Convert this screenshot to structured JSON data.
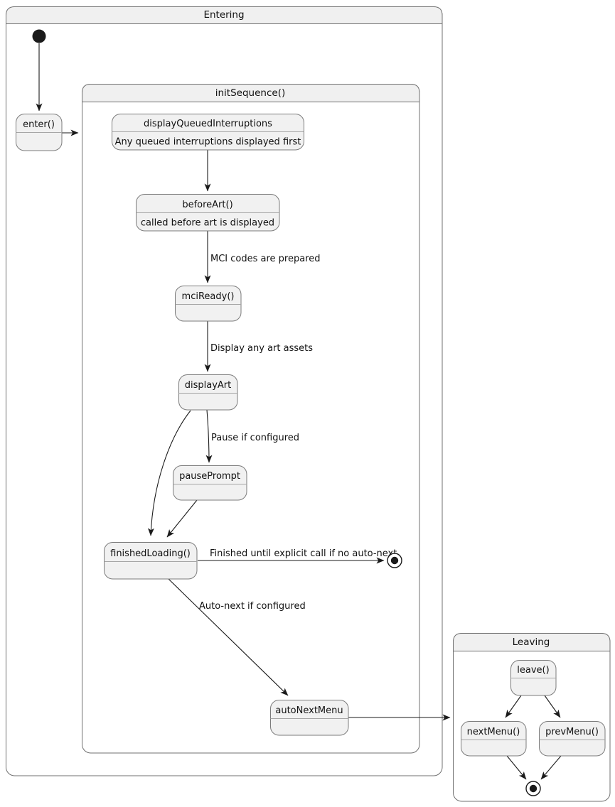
{
  "diagram": {
    "type": "uml-state-diagram",
    "colors": {
      "background": "#ffffff",
      "node_fill": "#f1f1f1",
      "titlebar_fill": "#f0f0f0",
      "node_border": "#7b7b7b",
      "container_border": "#707070",
      "edge": "#1a1a1a",
      "text": "#111111"
    },
    "containers": [
      {
        "id": "entering",
        "title": "Entering"
      },
      {
        "id": "init-sequence",
        "title": "initSequence()"
      },
      {
        "id": "leaving",
        "title": "Leaving"
      }
    ],
    "states": [
      {
        "id": "enter",
        "title": "enter()",
        "description": ""
      },
      {
        "id": "display-queued-interruptions",
        "title": "displayQueuedInterruptions",
        "description": "Any queued interruptions displayed first"
      },
      {
        "id": "before-art",
        "title": "beforeArt()",
        "description": "called before art is displayed"
      },
      {
        "id": "mci-ready",
        "title": "mciReady()",
        "description": ""
      },
      {
        "id": "display-art",
        "title": "displayArt",
        "description": ""
      },
      {
        "id": "pause-prompt",
        "title": "pausePrompt",
        "description": ""
      },
      {
        "id": "finished-loading",
        "title": "finishedLoading()",
        "description": ""
      },
      {
        "id": "auto-next-menu",
        "title": "autoNextMenu",
        "description": ""
      },
      {
        "id": "leave",
        "title": "leave()",
        "description": ""
      },
      {
        "id": "next-menu",
        "title": "nextMenu()",
        "description": ""
      },
      {
        "id": "prev-menu",
        "title": "prevMenu()",
        "description": ""
      }
    ],
    "special_nodes": [
      {
        "id": "initial-entering",
        "kind": "initial"
      },
      {
        "id": "final-init-sequence",
        "kind": "final"
      },
      {
        "id": "final-leaving",
        "kind": "final"
      }
    ],
    "edges": [
      {
        "from": "initial",
        "to": "enter()",
        "label": ""
      },
      {
        "from": "enter()",
        "to": "initSequence()",
        "label": ""
      },
      {
        "from": "displayQueuedInterruptions",
        "to": "beforeArt()",
        "label": ""
      },
      {
        "from": "beforeArt()",
        "to": "mciReady()",
        "label": "MCI codes are prepared"
      },
      {
        "from": "mciReady()",
        "to": "displayArt",
        "label": "Display any art assets"
      },
      {
        "from": "displayArt",
        "to": "pausePrompt",
        "label": "Pause if configured"
      },
      {
        "from": "displayArt",
        "to": "finishedLoading()",
        "label": ""
      },
      {
        "from": "pausePrompt",
        "to": "finishedLoading()",
        "label": ""
      },
      {
        "from": "finishedLoading()",
        "to": "final",
        "label": "Finished until explicit call if no auto-next"
      },
      {
        "from": "finishedLoading()",
        "to": "autoNextMenu",
        "label": "Auto-next if configured"
      },
      {
        "from": "autoNextMenu",
        "to": "Leaving",
        "label": ""
      },
      {
        "from": "leave()",
        "to": "nextMenu()",
        "label": ""
      },
      {
        "from": "leave()",
        "to": "prevMenu()",
        "label": ""
      },
      {
        "from": "nextMenu()",
        "to": "final",
        "label": ""
      },
      {
        "from": "prevMenu()",
        "to": "final",
        "label": ""
      }
    ]
  }
}
